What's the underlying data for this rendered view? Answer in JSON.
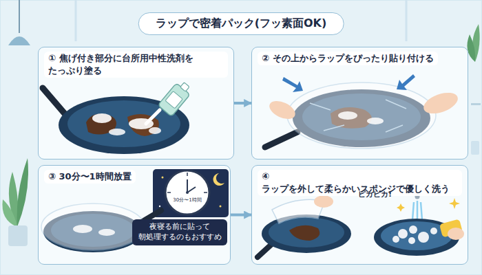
{
  "diagram": {
    "title": "ラップで密着パック(フッ素面OK)",
    "nodes": [
      {
        "text": [
          "① 焦げ付き部分に台所用中性洗剤を たっぷり塗る"
        ]
      },
      {
        "text": [
          "② その上からラップをぴったり貼り付ける"
        ]
      },
      {
        "text": [
          "③ 30分〜1時間放置"
        ]
      },
      {
        "text": [
          "夜寝る前に貼って 朝処理するのもおすすめ"
        ],
        "in": 2
      },
      {
        "text": [
          "④ ラップを外して柔らかいスポンジで優しく洗う"
        ]
      }
    ],
    "edges": [
      {
        "from": 0,
        "to": 1,
        "arrow": "to"
      },
      {
        "from": 2,
        "to": 4,
        "arrow": "to"
      }
    ],
    "labels": [
      "30分〜1時間",
      "ピカピカ!"
    ]
  }
}
